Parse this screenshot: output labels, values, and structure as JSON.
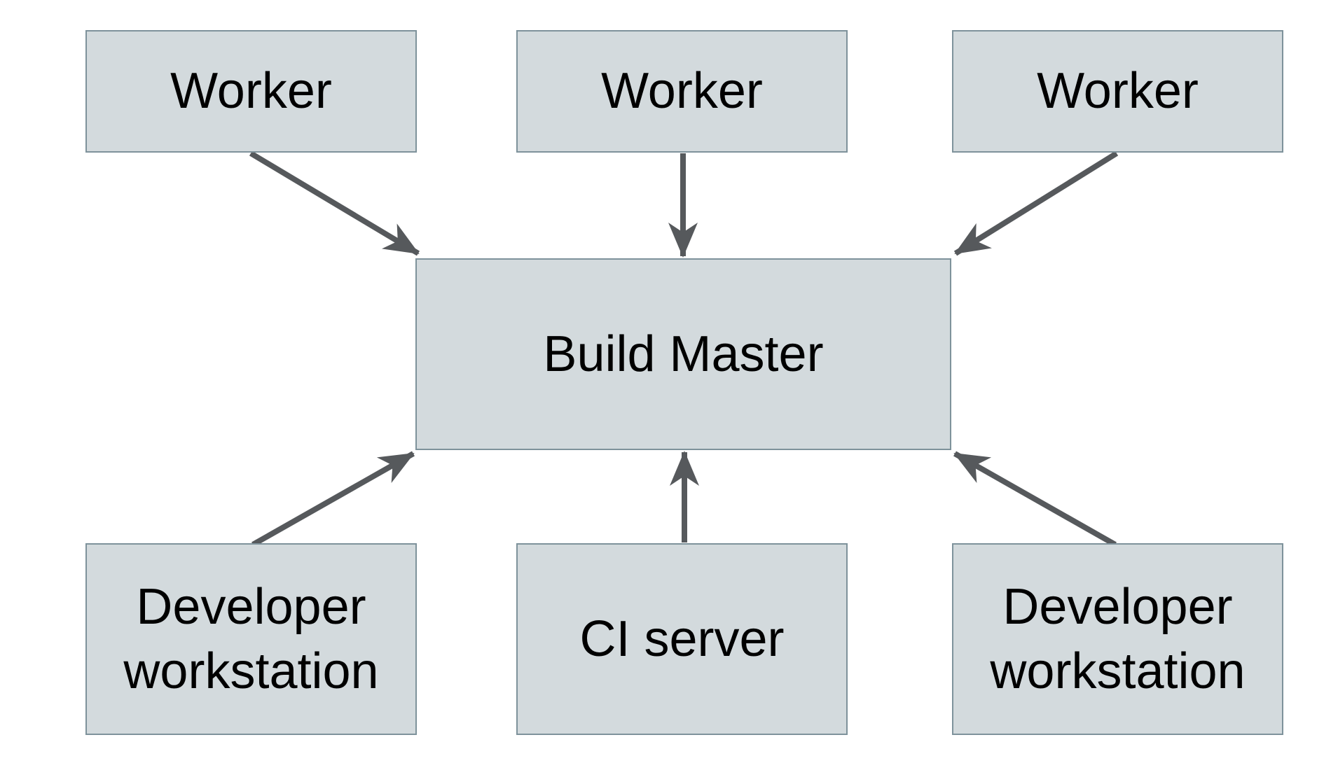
{
  "diagram": {
    "type": "architecture-diagram",
    "background_color": "#ffffff",
    "node_fill_color": "#d3dadd",
    "node_border_color": "#7e929b",
    "arrow_color": "#56595c",
    "text_color": "#000000",
    "nodes": [
      {
        "id": "worker-1",
        "label": "Worker",
        "row": "top"
      },
      {
        "id": "worker-2",
        "label": "Worker",
        "row": "top"
      },
      {
        "id": "worker-3",
        "label": "Worker",
        "row": "top"
      },
      {
        "id": "build-master",
        "label": "Build Master",
        "row": "middle"
      },
      {
        "id": "developer-workstation-left",
        "label": "Developer workstation",
        "row": "bottom"
      },
      {
        "id": "ci-server",
        "label": "CI server",
        "row": "bottom"
      },
      {
        "id": "developer-workstation-right",
        "label": "Developer workstation",
        "row": "bottom"
      }
    ],
    "edges": [
      {
        "from": "worker-1",
        "to": "build-master"
      },
      {
        "from": "worker-2",
        "to": "build-master"
      },
      {
        "from": "worker-3",
        "to": "build-master"
      },
      {
        "from": "developer-workstation-left",
        "to": "build-master"
      },
      {
        "from": "ci-server",
        "to": "build-master"
      },
      {
        "from": "developer-workstation-right",
        "to": "build-master"
      }
    ]
  }
}
